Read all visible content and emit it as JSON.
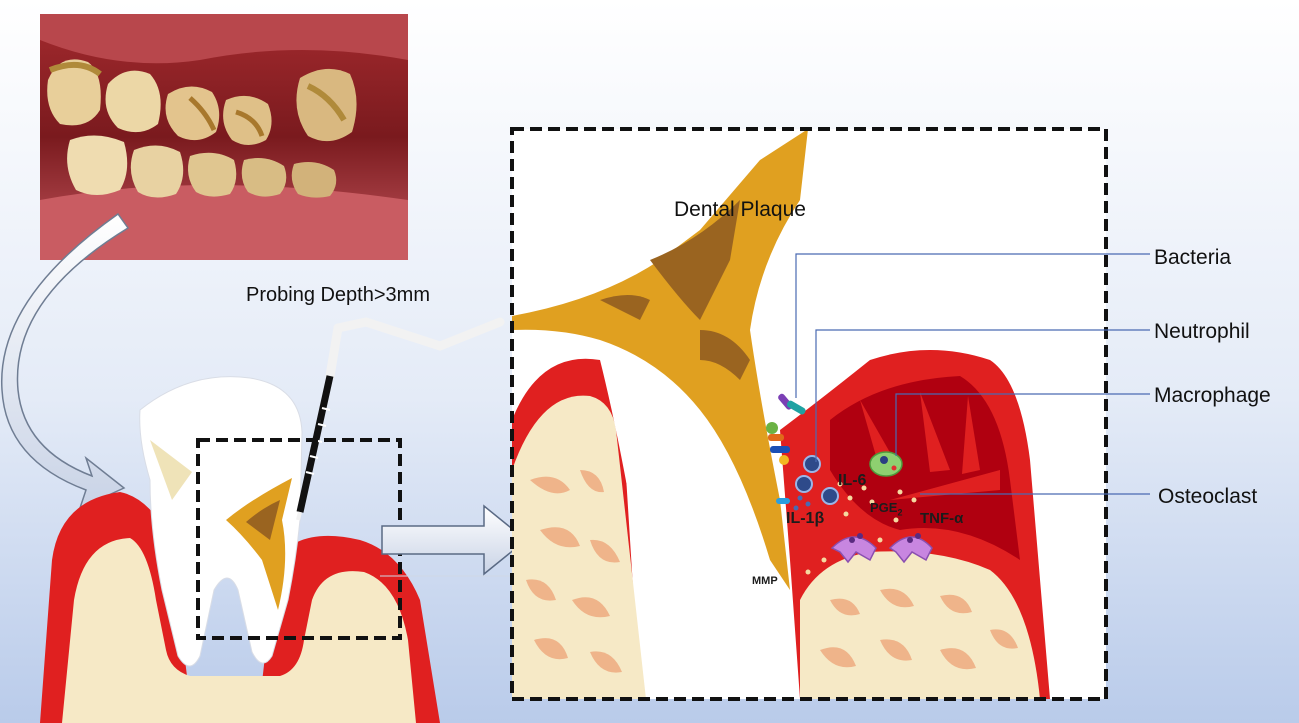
{
  "labels": {
    "probing_depth": "Probing Depth>3mm",
    "dental_plaque": "Dental Plaque",
    "bacteria": "Bacteria",
    "neutrophil": "Neutrophil",
    "macrophage": "Macrophage",
    "osteoclast": "Osteoclast",
    "il6": "IL-6",
    "il1b": "IL-1β",
    "pge2": "PGE",
    "pge2_sub": "2",
    "tnfa": "TNF-α",
    "mmp": "MMP"
  },
  "colors": {
    "gingiva": "#e02020",
    "gingiva_dark": "#b00010",
    "bone": "#f6e9c6",
    "trabecula": "#efb48a",
    "plaque": "#e0a020",
    "plaque_dark": "#9a6420",
    "enamel": "#ffffff",
    "osteoclast": "#c886e0",
    "neutrophil": "#2e4a8a",
    "macrophage": "#8ed070"
  },
  "icons": [
    "curved-arrow-icon",
    "right-arrow-icon",
    "periodontal-probe-icon"
  ]
}
